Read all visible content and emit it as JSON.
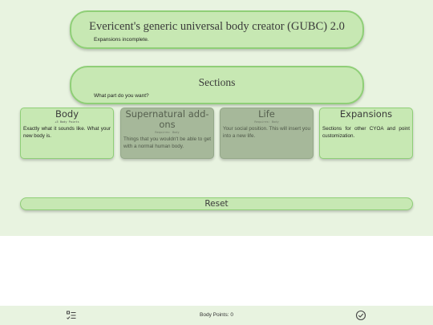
{
  "header": {
    "title": "Evericent's generic universal body creator (GUBC) 2.0",
    "subtitle": "Expansions incomplete."
  },
  "sections": {
    "title": "Sections",
    "prompt": "What part do you want?"
  },
  "cards": [
    {
      "title": "Body",
      "tag": "+5 Body Points",
      "description": "Exactly what it sounds like. What your new body is.",
      "enabled": true
    },
    {
      "title": "Supernatural add-ons",
      "tag": "Requires: Body",
      "description": "Things that you wouldn't be able to get with a normal human body.",
      "enabled": false
    },
    {
      "title": "Life",
      "tag": "Requires: Body",
      "description": "Your social position. This will insert you into a new life.",
      "enabled": false
    },
    {
      "title": "Expansions",
      "tag": "",
      "description": "Sections for other CYOA and point customization.",
      "enabled": true
    }
  ],
  "reset_label": "Reset",
  "footer": {
    "points_label": "Body Points: 0",
    "list_icon": "checklist-icon",
    "check_icon": "check-circle-icon"
  },
  "colors": {
    "background": "#e8f3e0",
    "panel": "#c7e8b3",
    "panel_border": "#8fcf77",
    "disabled_panel": "#a6b89a"
  }
}
